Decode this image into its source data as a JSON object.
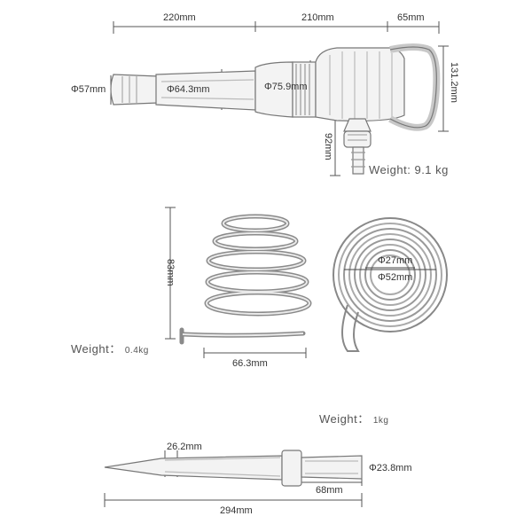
{
  "hammer": {
    "dim_body": "220mm",
    "dim_mid": "210mm",
    "dim_handle": "65mm",
    "dia_tip": "Φ57mm",
    "dia_barrel": "Φ64.3mm",
    "dia_collar": "Φ75.9mm",
    "height": "131.2mm",
    "valve_height": "92mm",
    "weight_label": "Weight:",
    "weight_value": "9.1 kg"
  },
  "spring": {
    "height": "83mm",
    "width": "66.3mm",
    "inner_dia": "Φ27mm",
    "outer_dia": "Φ52mm",
    "weight_label": "Weight：",
    "weight_value": "0.4kg"
  },
  "chisel": {
    "weight_label": "Weight：",
    "weight_value": "1kg",
    "tip_dia": "26.2mm",
    "shank_dia": "Φ23.8mm",
    "shank_length": "68mm",
    "total_length": "294mm"
  }
}
